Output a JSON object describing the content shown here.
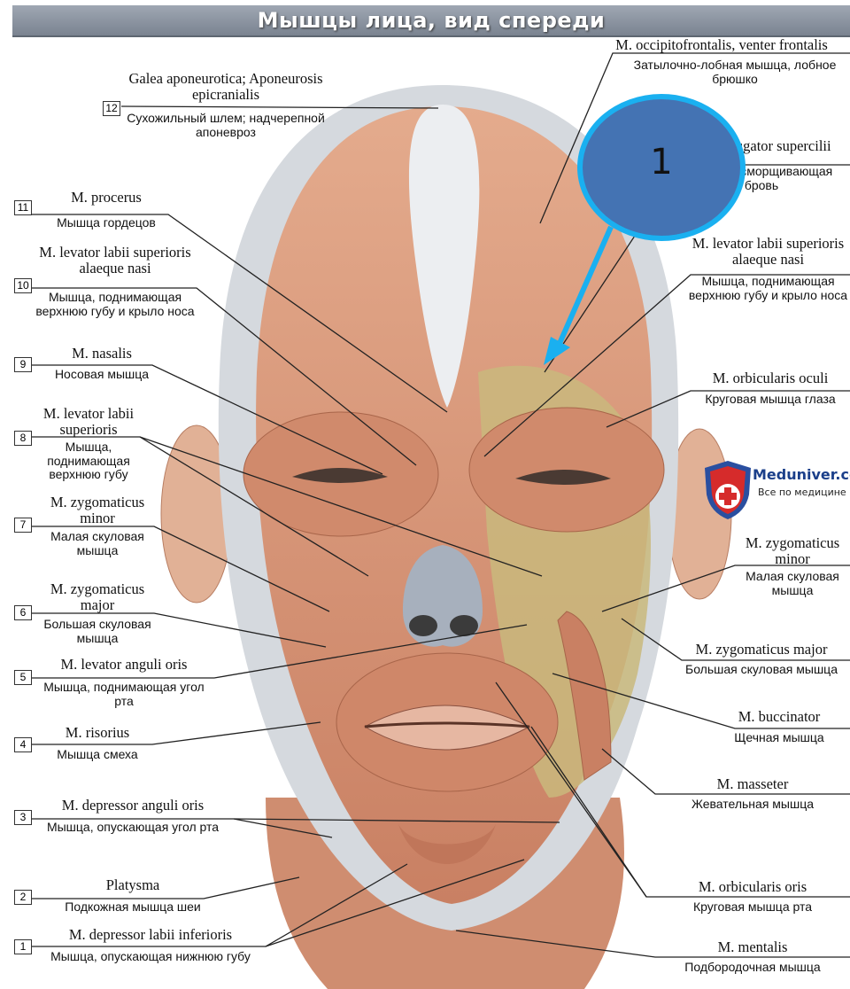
{
  "title": "Мышцы лица, вид спереди",
  "callout": {
    "number": "1",
    "color": "#4473b3",
    "ring_color": "#1ab0f0"
  },
  "watermark": {
    "brand": "Meduniver.com",
    "tagline": "Все по медицине"
  },
  "labels_left": [
    {
      "num": "12",
      "latin": "Galea aponeurotica; Aponeurosis epicranialis",
      "ru": "Сухожильный шлем; надчерепной апоневроз"
    },
    {
      "num": "11",
      "latin": "M. procerus",
      "ru": "Мышца гордецов"
    },
    {
      "num": "10",
      "latin": "M. levator labii superioris alaeque nasi",
      "ru": "Мышца, поднимающая верхнюю губу и крыло носа"
    },
    {
      "num": "9",
      "latin": "M. nasalis",
      "ru": "Носовая мышца"
    },
    {
      "num": "8",
      "latin": "M. levator labii superioris",
      "ru": "Мышца, поднимающая верхнюю губу"
    },
    {
      "num": "7",
      "latin": "M. zygomaticus minor",
      "ru": "Малая скуловая мышца"
    },
    {
      "num": "6",
      "latin": "M. zygomaticus major",
      "ru": "Большая скуловая мышца"
    },
    {
      "num": "5",
      "latin": "M. levator anguli oris",
      "ru": "Мышца, поднимающая угол рта"
    },
    {
      "num": "4",
      "latin": "M. risorius",
      "ru": "Мышца смеха"
    },
    {
      "num": "3",
      "latin": "M. depressor anguli oris",
      "ru": "Мышца, опускающая угол рта"
    },
    {
      "num": "2",
      "latin": "Platysma",
      "ru": "Подкожная мышца шеи"
    },
    {
      "num": "1",
      "latin": "M. depressor labii inferioris",
      "ru": "Мышца, опускающая нижнюю губу"
    }
  ],
  "labels_right": [
    {
      "latin": "M. occipitofrontalis, venter frontalis",
      "ru": "Затылочно-лобная мышца, лобное брюшко"
    },
    {
      "latin": "M. corrugator supercilii",
      "ru": "Мышца, сморщивающая бровь"
    },
    {
      "latin": "M. levator labii superioris alaeque nasi",
      "ru": "Мышца, поднимающая верхнюю губу и крыло носа"
    },
    {
      "latin": "M. orbicularis oculi",
      "ru": "Круговая мышца глаза"
    },
    {
      "latin": "M. zygomaticus minor",
      "ru": "Малая скуловая мышца"
    },
    {
      "latin": "M. zygomaticus major",
      "ru": "Большая скуловая мышца"
    },
    {
      "latin": "M. buccinator",
      "ru": "Щечная мышца"
    },
    {
      "latin": "M. masseter",
      "ru": "Жевательная мышца"
    },
    {
      "latin": "M. orbicularis oris",
      "ru": "Круговая мышца рта"
    },
    {
      "latin": "M. mentalis",
      "ru": "Подбородочная мышца"
    }
  ],
  "colors": {
    "muscle": "#d99a7c",
    "muscle_dark": "#b86f52",
    "tendon": "#e9ecef",
    "fat": "#cdbb7a",
    "banner": "#8a929d"
  }
}
